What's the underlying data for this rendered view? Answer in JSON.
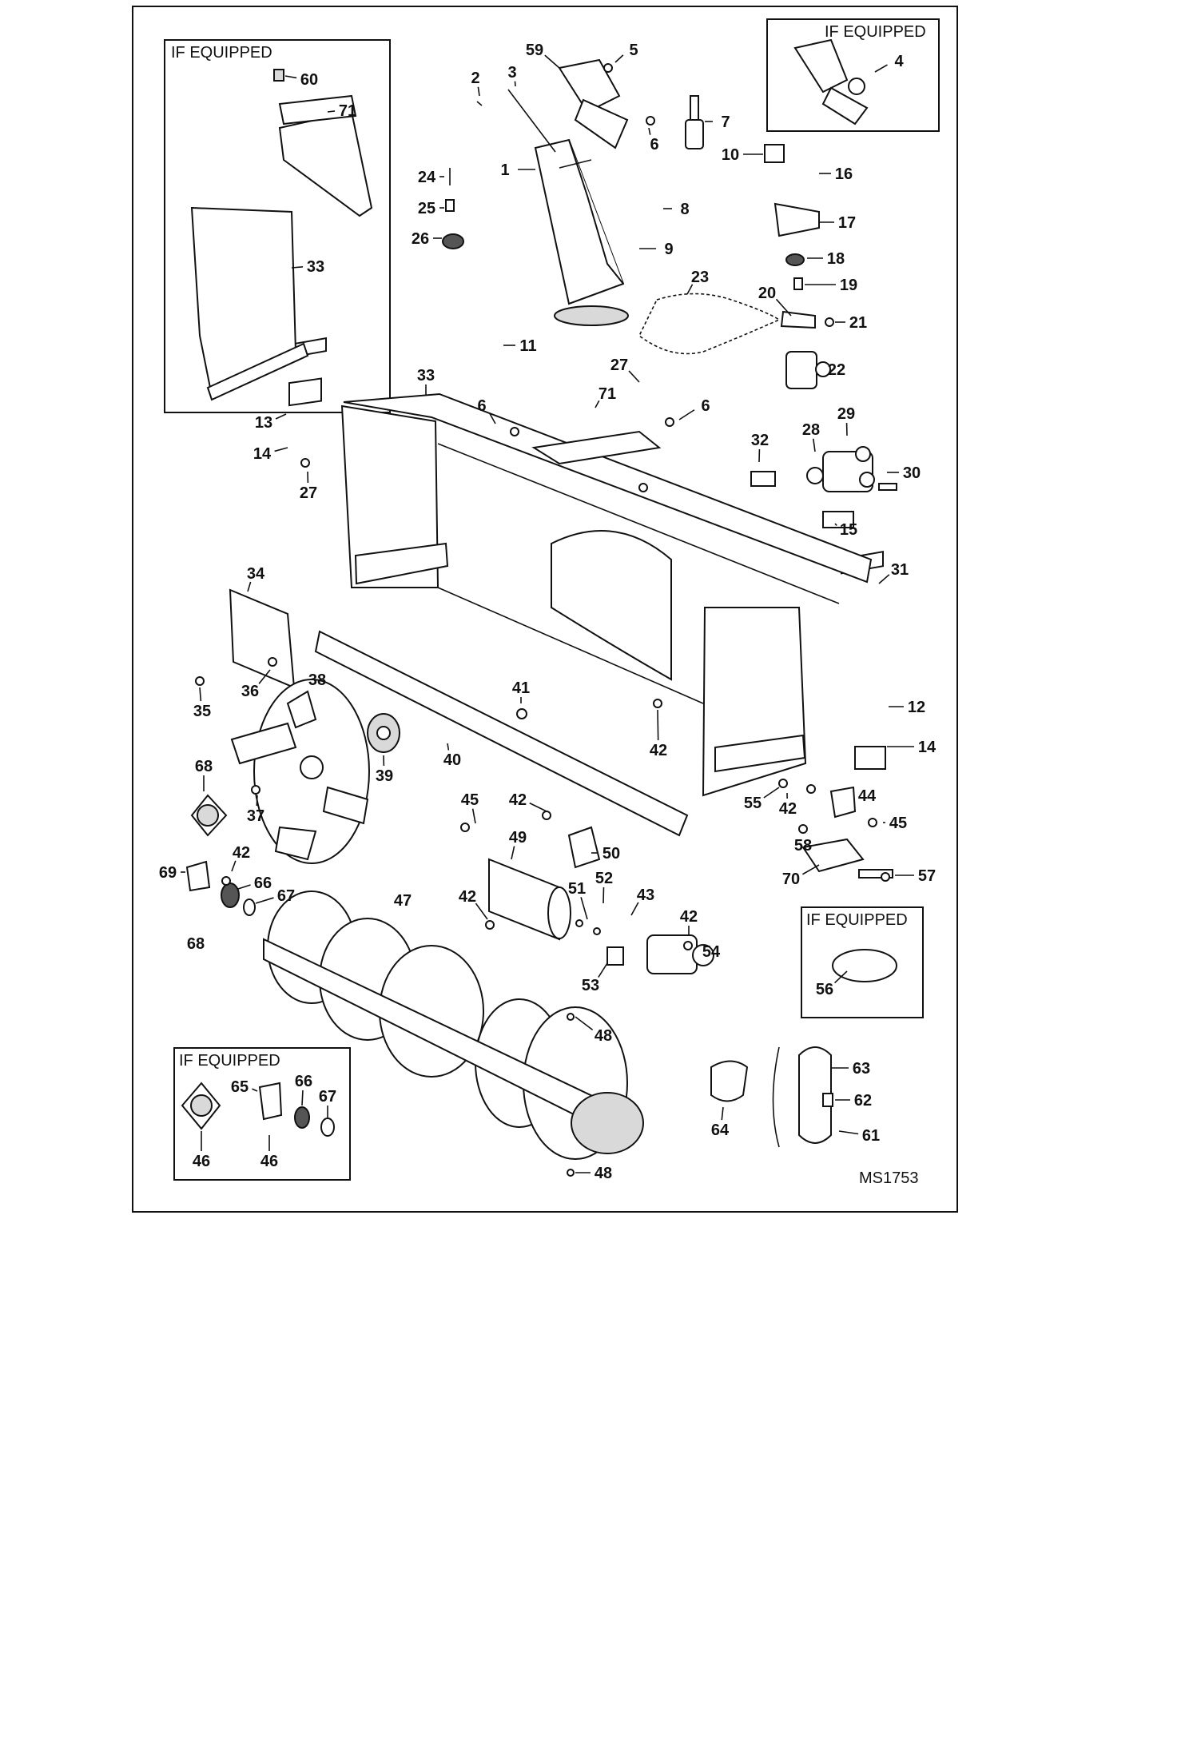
{
  "figure": {
    "code": "MS1753",
    "if_equipped_label": "IF EQUIPPED"
  },
  "callouts": [
    {
      "id": "c1",
      "text": "1"
    },
    {
      "id": "c2",
      "text": "2"
    },
    {
      "id": "c3",
      "text": "3"
    },
    {
      "id": "c4",
      "text": "4"
    },
    {
      "id": "c5",
      "text": "5"
    },
    {
      "id": "c6a",
      "text": "6"
    },
    {
      "id": "c6b",
      "text": "6"
    },
    {
      "id": "c6c",
      "text": "6"
    },
    {
      "id": "c7",
      "text": "7"
    },
    {
      "id": "c8",
      "text": "8"
    },
    {
      "id": "c9",
      "text": "9"
    },
    {
      "id": "c10",
      "text": "10"
    },
    {
      "id": "c11",
      "text": "11"
    },
    {
      "id": "c12",
      "text": "12"
    },
    {
      "id": "c13",
      "text": "13"
    },
    {
      "id": "c14a",
      "text": "14"
    },
    {
      "id": "c14b",
      "text": "14"
    },
    {
      "id": "c15",
      "text": "15"
    },
    {
      "id": "c16",
      "text": "16"
    },
    {
      "id": "c17",
      "text": "17"
    },
    {
      "id": "c18",
      "text": "18"
    },
    {
      "id": "c19",
      "text": "19"
    },
    {
      "id": "c20",
      "text": "20"
    },
    {
      "id": "c21",
      "text": "21"
    },
    {
      "id": "c22",
      "text": "22"
    },
    {
      "id": "c23",
      "text": "23"
    },
    {
      "id": "c24",
      "text": "24"
    },
    {
      "id": "c25",
      "text": "25"
    },
    {
      "id": "c26",
      "text": "26"
    },
    {
      "id": "c27a",
      "text": "27"
    },
    {
      "id": "c27b",
      "text": "27"
    },
    {
      "id": "c28",
      "text": "28"
    },
    {
      "id": "c29",
      "text": "29"
    },
    {
      "id": "c30",
      "text": "30"
    },
    {
      "id": "c31",
      "text": "31"
    },
    {
      "id": "c32",
      "text": "32"
    },
    {
      "id": "c33a",
      "text": "33"
    },
    {
      "id": "c33b",
      "text": "33"
    },
    {
      "id": "c34",
      "text": "34"
    },
    {
      "id": "c35",
      "text": "35"
    },
    {
      "id": "c36",
      "text": "36"
    },
    {
      "id": "c37",
      "text": "37"
    },
    {
      "id": "c38",
      "text": "38"
    },
    {
      "id": "c39",
      "text": "39"
    },
    {
      "id": "c40",
      "text": "40"
    },
    {
      "id": "c41",
      "text": "41"
    },
    {
      "id": "c42a",
      "text": "42"
    },
    {
      "id": "c42b",
      "text": "42"
    },
    {
      "id": "c42c",
      "text": "42"
    },
    {
      "id": "c42d",
      "text": "42"
    },
    {
      "id": "c42e",
      "text": "42"
    },
    {
      "id": "c42f",
      "text": "42"
    },
    {
      "id": "c43",
      "text": "43"
    },
    {
      "id": "c44",
      "text": "44"
    },
    {
      "id": "c45a",
      "text": "45"
    },
    {
      "id": "c45b",
      "text": "45"
    },
    {
      "id": "c46a",
      "text": "46"
    },
    {
      "id": "c46b",
      "text": "46"
    },
    {
      "id": "c47",
      "text": "47"
    },
    {
      "id": "c48a",
      "text": "48"
    },
    {
      "id": "c48b",
      "text": "48"
    },
    {
      "id": "c49",
      "text": "49"
    },
    {
      "id": "c50",
      "text": "50"
    },
    {
      "id": "c51",
      "text": "51"
    },
    {
      "id": "c52",
      "text": "52"
    },
    {
      "id": "c53",
      "text": "53"
    },
    {
      "id": "c54",
      "text": "54"
    },
    {
      "id": "c55",
      "text": "55"
    },
    {
      "id": "c56",
      "text": "56"
    },
    {
      "id": "c57",
      "text": "57"
    },
    {
      "id": "c58",
      "text": "58"
    },
    {
      "id": "c59",
      "text": "59"
    },
    {
      "id": "c60",
      "text": "60"
    },
    {
      "id": "c61",
      "text": "61"
    },
    {
      "id": "c62",
      "text": "62"
    },
    {
      "id": "c63",
      "text": "63"
    },
    {
      "id": "c64",
      "text": "64"
    },
    {
      "id": "c65",
      "text": "65"
    },
    {
      "id": "c66a",
      "text": "66"
    },
    {
      "id": "c66b",
      "text": "66"
    },
    {
      "id": "c67a",
      "text": "67"
    },
    {
      "id": "c67b",
      "text": "67"
    },
    {
      "id": "c68a",
      "text": "68"
    },
    {
      "id": "c68b",
      "text": "68"
    },
    {
      "id": "c69",
      "text": "69"
    },
    {
      "id": "c70",
      "text": "70"
    },
    {
      "id": "c71a",
      "text": "71"
    },
    {
      "id": "c71b",
      "text": "71"
    }
  ]
}
